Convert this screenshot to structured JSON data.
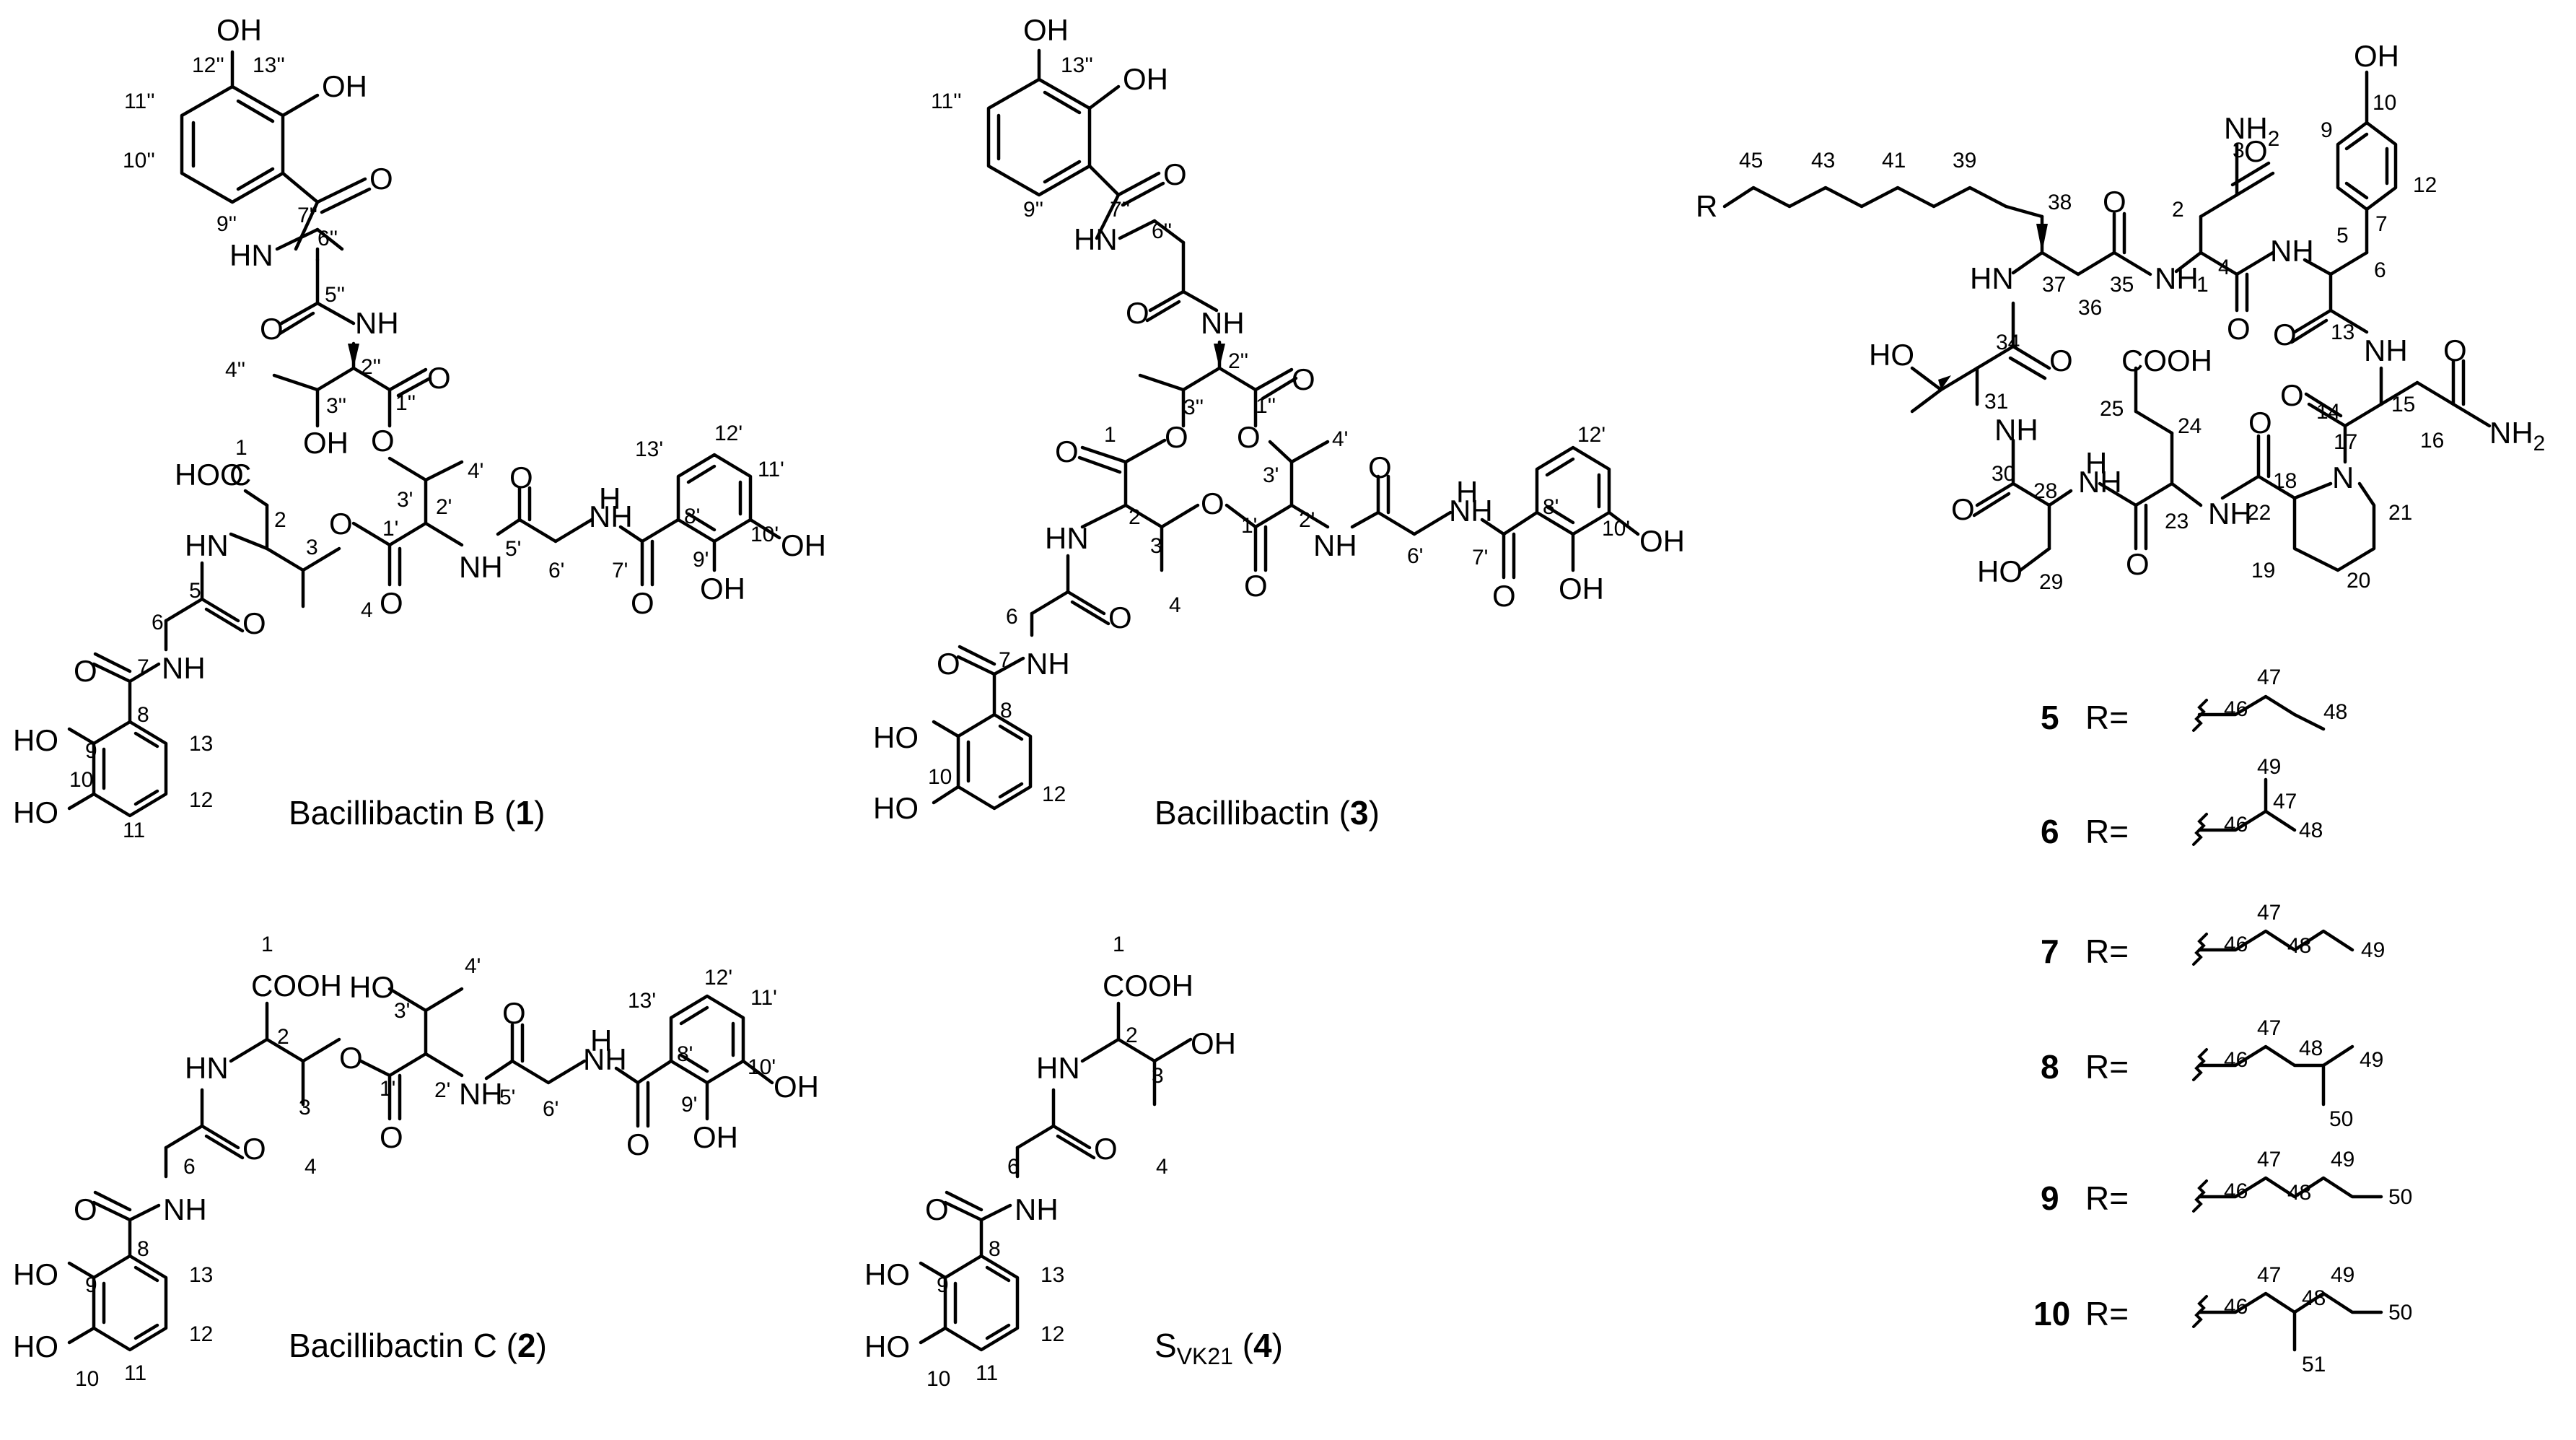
{
  "compounds": [
    {
      "id": "c1",
      "name": "Bacillibactin B",
      "bold_num": "1"
    },
    {
      "id": "c2",
      "name": "Bacillibactin C",
      "bold_num": "2"
    },
    {
      "id": "c3",
      "name": "Bacillibactin",
      "bold_num": "3"
    },
    {
      "id": "c4",
      "name_prefix": "S",
      "name_sub": "VK21",
      "bold_num": "4"
    }
  ],
  "cyclic_peptide": {
    "r_atom": "R",
    "variants": [
      {
        "num": "5",
        "label": "R=",
        "chain": [
          "46",
          "47",
          "48"
        ]
      },
      {
        "num": "6",
        "label": "R=",
        "chain": [
          "46",
          "47",
          "48",
          "49"
        ]
      },
      {
        "num": "7",
        "label": "R=",
        "chain": [
          "46",
          "47",
          "48",
          "49"
        ]
      },
      {
        "num": "8",
        "label": "R=",
        "chain": [
          "46",
          "47",
          "48",
          "49",
          "50"
        ]
      },
      {
        "num": "9",
        "label": "R=",
        "chain": [
          "46",
          "47",
          "48",
          "49",
          "50"
        ]
      },
      {
        "num": "10",
        "label": "R=",
        "chain": [
          "46",
          "47",
          "48",
          "49",
          "50",
          "51"
        ]
      }
    ]
  },
  "atoms": {
    "OH": "OH",
    "HO": "HO",
    "O": "O",
    "NH": "NH",
    "HN": "HN",
    "N": "N",
    "H": "H",
    "COOH": "COOH",
    "HOO_C": "HOO",
    "C": "C",
    "NH2": "NH",
    "sub2": "2"
  }
}
